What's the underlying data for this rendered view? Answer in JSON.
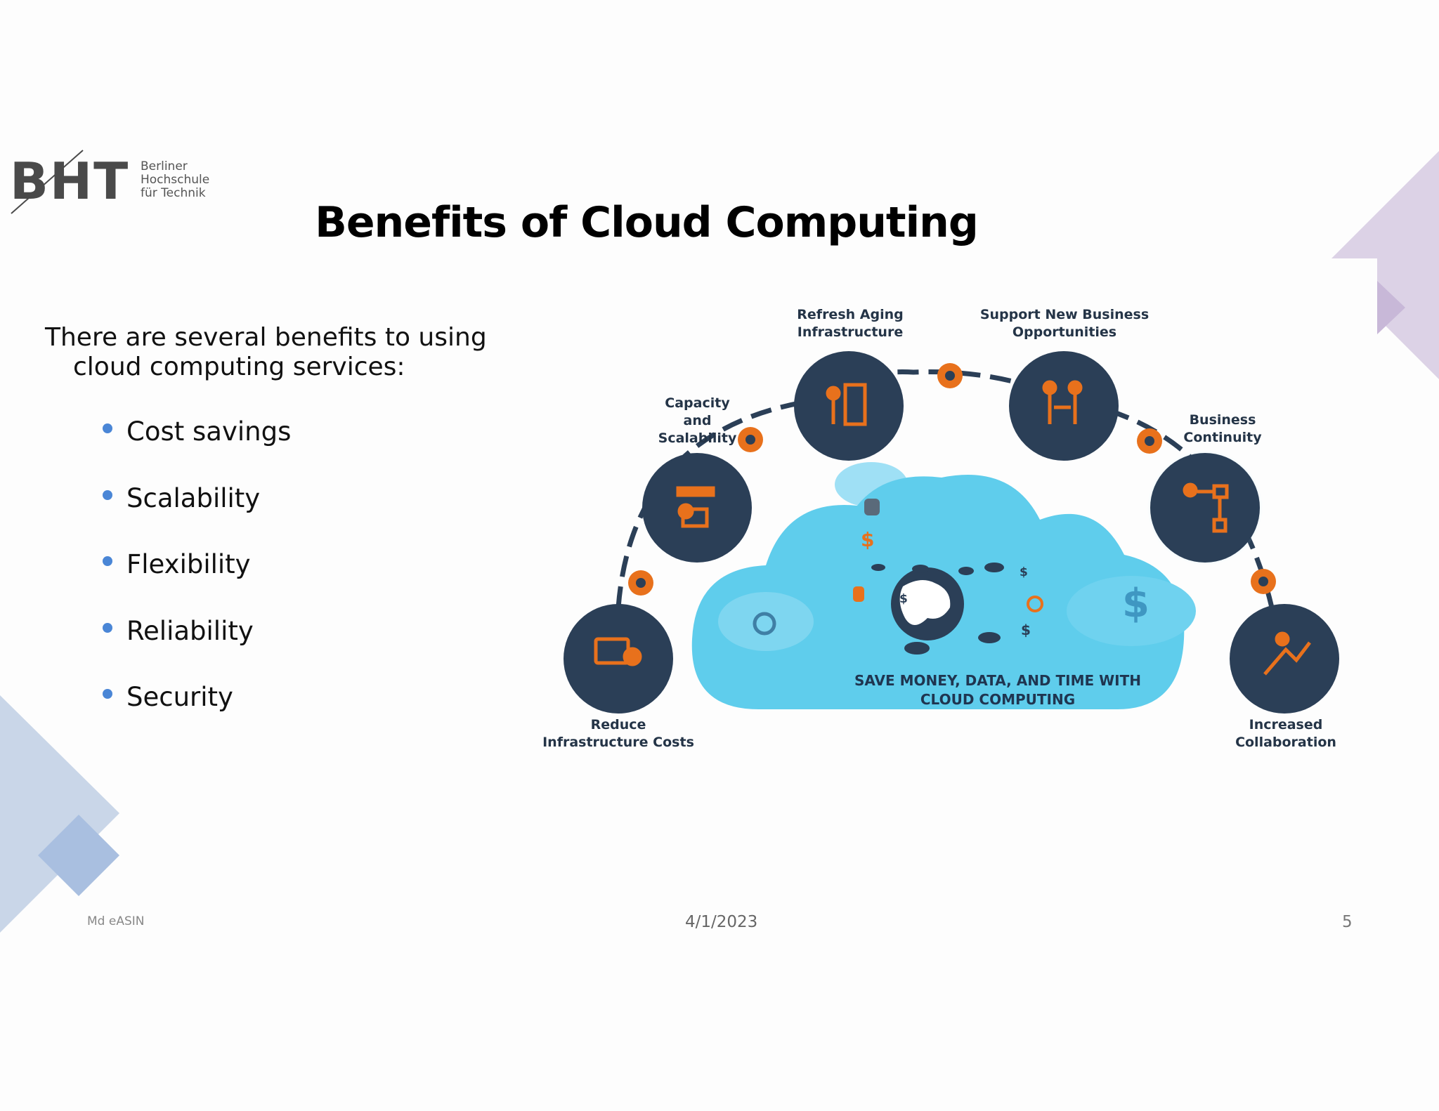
{
  "logo": {
    "mark": "BHT",
    "lines": [
      "Berliner",
      "Hochschule",
      "für Technik"
    ]
  },
  "slide": {
    "title": "Benefits of Cloud Computing",
    "intro_line1": "There are several benefits to using",
    "intro_line2": "cloud computing services:",
    "bullets": [
      "Cost savings",
      "Scalability",
      "Flexibility",
      "Reliability",
      "Security"
    ]
  },
  "diagram": {
    "nodes": [
      {
        "label_lines": [
          "Reduce",
          "Infrastructure Costs"
        ],
        "icon": "money-screen-icon"
      },
      {
        "label_lines": [
          "Capacity",
          "and",
          "Scalability"
        ],
        "icon": "network-presenter-icon"
      },
      {
        "label_lines": [
          "Refresh Aging",
          "Infrastructure"
        ],
        "icon": "server-rack-icon"
      },
      {
        "label_lines": [
          "Support New Business",
          "Opportunities"
        ],
        "icon": "handshake-icon"
      },
      {
        "label_lines": [
          "Business",
          "Continuity"
        ],
        "icon": "workflow-icon"
      },
      {
        "label_lines": [
          "Increased",
          "Collaboration"
        ],
        "icon": "growth-arrow-icon"
      }
    ],
    "cloud_caption_line1": "SAVE MONEY, DATA, AND TIME WITH",
    "cloud_caption_line2": "CLOUD COMPUTING",
    "colors": {
      "navy": "#2b3f57",
      "orange": "#e8711c",
      "cloud": "#5fcdec",
      "cloud_light": "#9fe0f5"
    }
  },
  "footer": {
    "author": "Md eASIN",
    "date": "4/1/2023",
    "page": "5"
  }
}
